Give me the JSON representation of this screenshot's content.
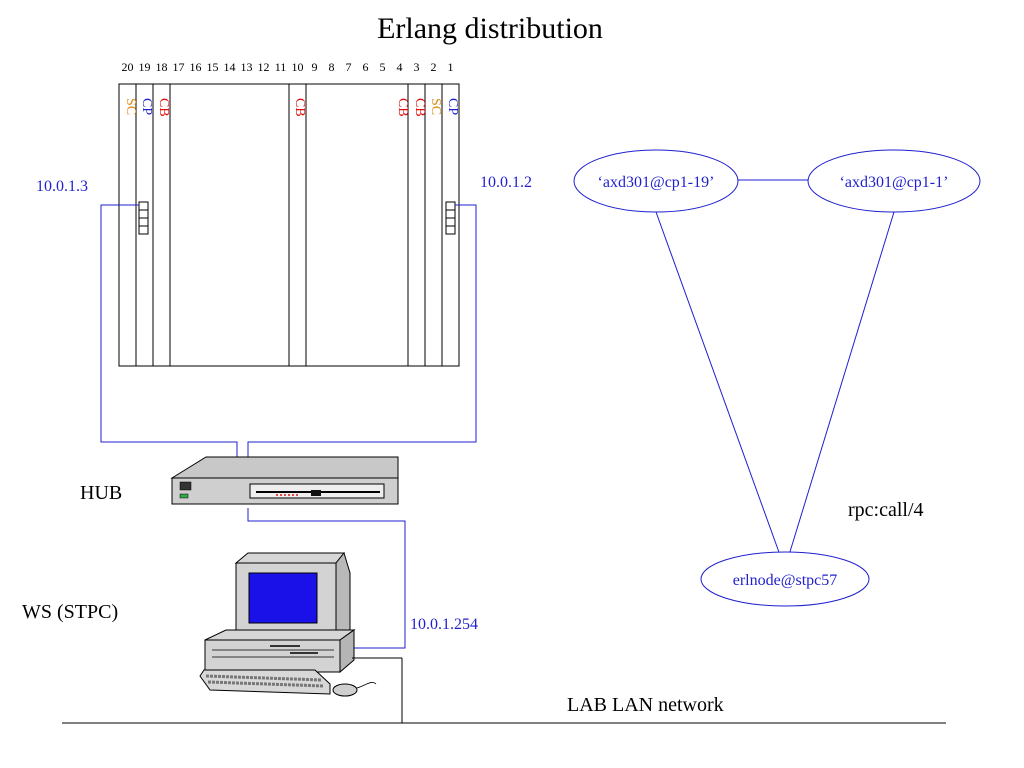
{
  "title": "Erlang distribution",
  "slot_numbers": [
    "20",
    "19",
    "18",
    "17",
    "16",
    "15",
    "14",
    "13",
    "12",
    "11",
    "10",
    "9",
    "8",
    "7",
    "6",
    "5",
    "4",
    "3",
    "2",
    "1"
  ],
  "board_labels": {
    "sc": "SC",
    "cp": "CP",
    "cb": "CB"
  },
  "ip": {
    "left": "10.0.1.3",
    "right": "10.0.1.2",
    "workstation": "10.0.1.254"
  },
  "devices": {
    "hub": "HUB",
    "workstation": "WS (STPC)",
    "lan": "LAB LAN network"
  },
  "nodes": {
    "cp19": "‘axd301@cp1-19’",
    "cp1": "‘axd301@cp1-1’",
    "stpc": "erlnode@stpc57"
  },
  "call_label": "rpc:call/4",
  "colors": {
    "link": "#1f1fcf",
    "cb": "#e01010",
    "cp": "#1f1fcf",
    "sc": "#e08a1a",
    "screen": "#1a10e8"
  }
}
